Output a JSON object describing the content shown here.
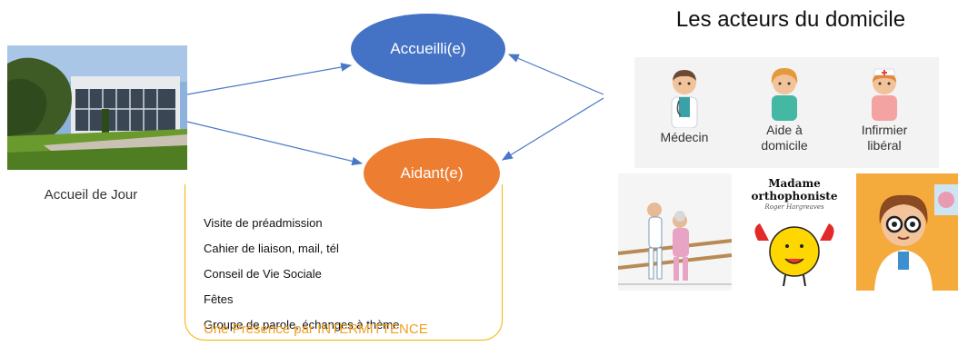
{
  "nodes": {
    "accueilli": "Accueilli(e)",
    "aidant": "Aidant(e)"
  },
  "photo": {
    "caption": "Accueil de Jour"
  },
  "activities": {
    "items": [
      "Visite de préadmission",
      "Cahier de liaison, mail, tél",
      "Conseil de Vie Sociale",
      "Fêtes",
      "Groupe de parole, échanges à thème"
    ],
    "highlight": "Une Présence par INTERMITTENCE"
  },
  "acteurs": {
    "title": "Les acteurs du domicile",
    "professionals": [
      {
        "label": "Médecin",
        "icon": "doctor-icon"
      },
      {
        "label": "Aide à\ndomicile",
        "icon": "home-aide-icon"
      },
      {
        "label": "Infirmier\nlibéral",
        "icon": "nurse-icon"
      }
    ]
  },
  "book": {
    "title_line1": "Madame",
    "title_line2": "orthophoniste",
    "author": "Roger Hargreaves"
  },
  "colors": {
    "accueilli": "#4472c4",
    "aidant": "#ed7d31",
    "frame": "#f2b400",
    "highlight": "#f0a020",
    "arrow": "#4a78c8"
  }
}
